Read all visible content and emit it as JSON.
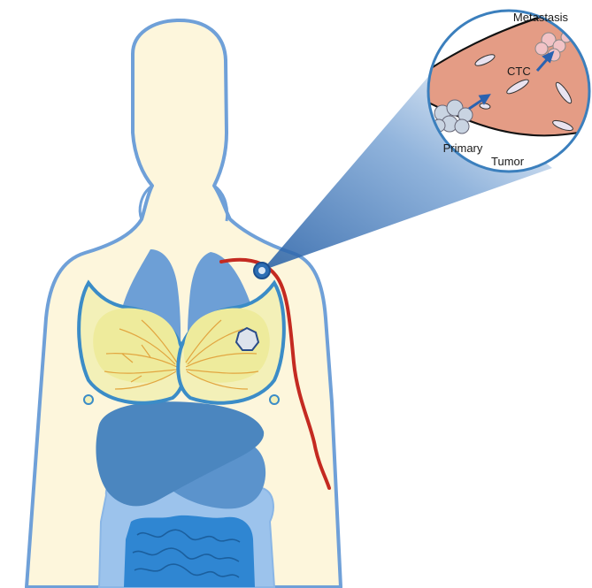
{
  "labels": {
    "metastasis": "Metastasis",
    "ctc": "CTC",
    "primary": "Primary",
    "tumor": "Tumor"
  },
  "colors": {
    "body_fill": "#fdf6dc",
    "body_outline": "#6fa0d8",
    "lung": "#6d9fd6",
    "liver": "#4b86bf",
    "stomach": "#5b93cc",
    "intestine_light": "#9cc3ec",
    "intestine_dark": "#2f86d2",
    "breast_fill": "#f3f0b8",
    "breast_ring": "#3b8cc7",
    "duct": "#e2a640",
    "vessel": "#c42a21",
    "vessel_wall": "#e49c85",
    "arrow": "#2a62b0",
    "zoom_cone": "#2c6eb4"
  },
  "icons": [
    "zoom-magnifier-circle",
    "arrow-icon",
    "tumor-cell-cluster",
    "ctc-cell"
  ]
}
